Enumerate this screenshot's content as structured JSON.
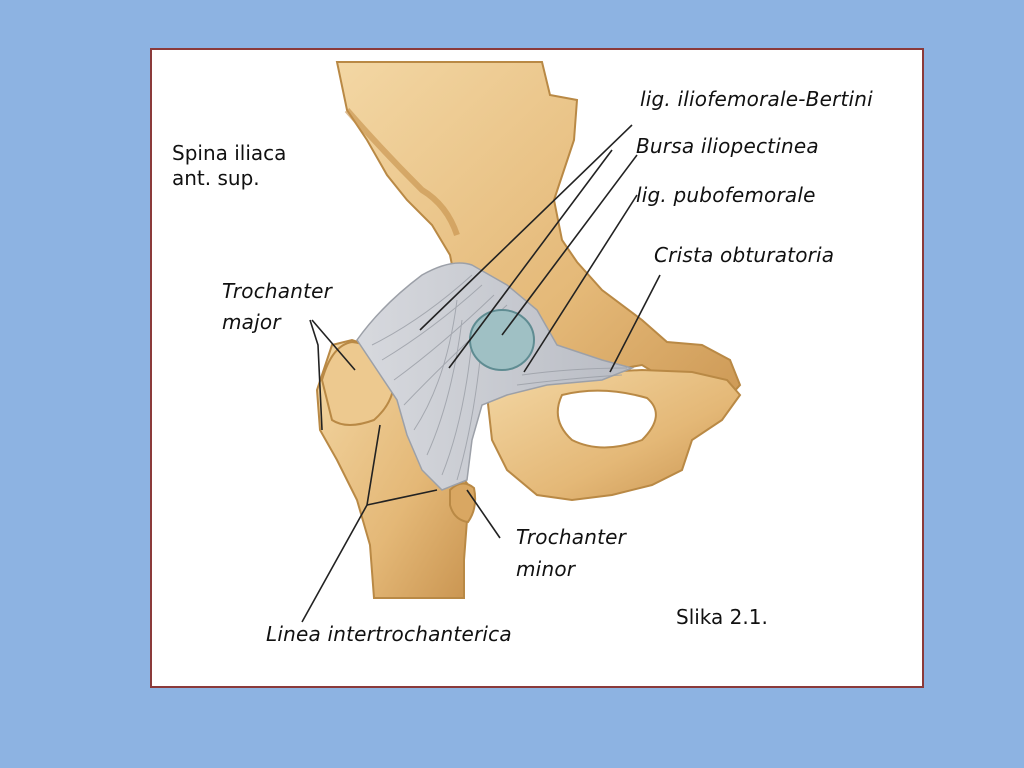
{
  "figure": {
    "labels": {
      "spina_iliaca_line1": "Spina iliaca",
      "spina_iliaca_line2": "ant. sup.",
      "iliofemorale": "lig. iliofemorale-Bertini",
      "bursa": "Bursa iliopectinea",
      "pubofemorale": "lig. pubofemorale",
      "crista": "Crista obturatoria",
      "trochanter_major_line1": "Trochanter",
      "trochanter_major_line2": "major",
      "trochanter_minor_line1": "Trochanter",
      "trochanter_minor_line2": "minor",
      "linea": "Linea intertrochanterica",
      "caption": "Slika 2.1."
    },
    "colors": {
      "slide_background": "#8db3e2",
      "frame_border": "#8b3a3a",
      "bone": "#e8c48a",
      "bone_shadow": "#c9944e",
      "ligament": "#c9ccd2",
      "bursa": "#9fc0c4"
    }
  }
}
